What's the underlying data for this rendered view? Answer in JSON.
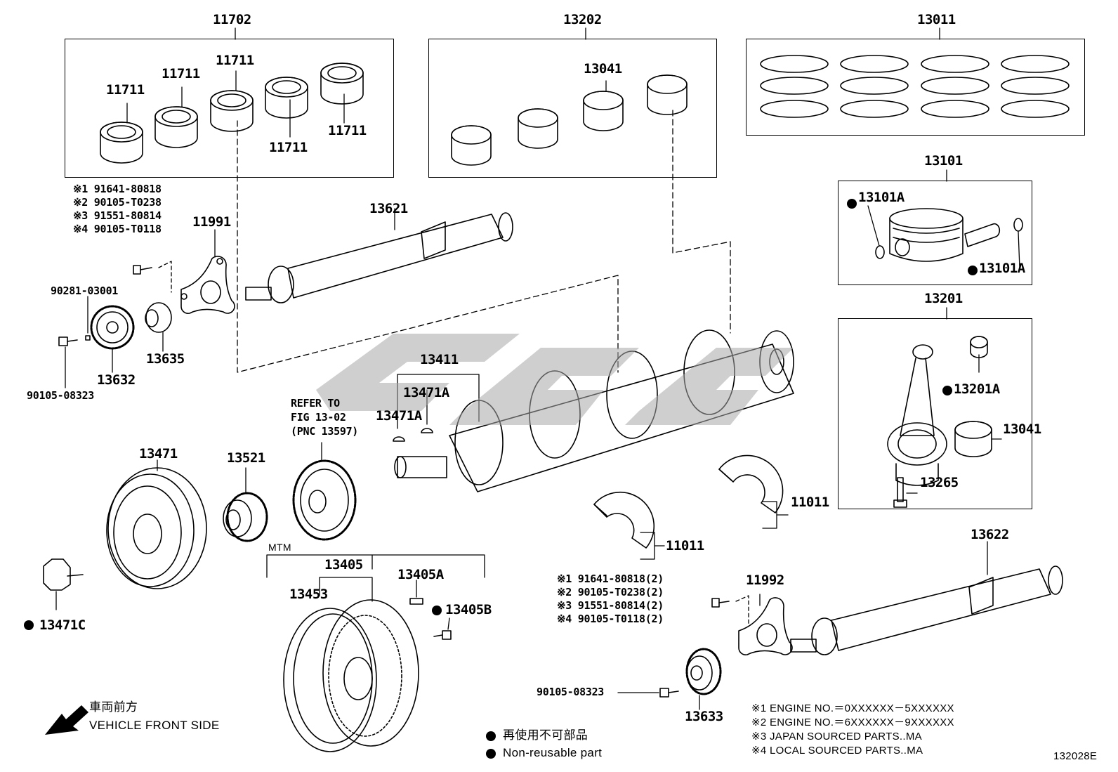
{
  "groups": {
    "g11702": "11702",
    "g13202": "13202",
    "g13011": "13011",
    "g13101": "13101",
    "g13201": "13201"
  },
  "parts": {
    "p11711_a": "11711",
    "p11711_b": "11711",
    "p11711_c": "11711",
    "p11711_d": "11711",
    "p11711_e": "11711",
    "p13041_a": "13041",
    "p13101A_a": "13101A",
    "p13101A_b": "13101A",
    "p13201A": "13201A",
    "p13041_b": "13041",
    "p13265": "13265",
    "p13621": "13621",
    "p11991": "11991",
    "p90281": "90281-03001",
    "p13632": "13632",
    "p13635": "13635",
    "p90105a": "90105-08323",
    "p13411": "13411",
    "p13471A_a": "13471A",
    "p13471A_b": "13471A",
    "p13471": "13471",
    "p13521": "13521",
    "p13471C": "13471C",
    "p13405": "13405",
    "p13453": "13453",
    "p13405A": "13405A",
    "p13405B": "13405B",
    "p11011_a": "11011",
    "p11011_b": "11011",
    "p13622": "13622",
    "p11992": "11992",
    "p90105b": "90105-08323",
    "p13633": "13633",
    "mtm": "MTM"
  },
  "refer": [
    "REFER TO",
    "FIG 13-02",
    "(PNC 13597)"
  ],
  "notes_left": [
    "※1 91641-80818",
    "※2 90105-T0238",
    "※3 91551-80814",
    "※4 90105-T0118"
  ],
  "notes_right": [
    "※1  91641-80818(2)",
    "※2  90105-T0238(2)",
    "※3  91551-80814(2)",
    "※4  90105-T0118(2)"
  ],
  "footnotes": [
    "※1 ENGINE NO.＝0XXXXXX－5XXXXXX",
    "※2 ENGINE NO.＝6XXXXXX－9XXXXXX",
    "※3 JAPAN SOURCED PARTS..MA",
    "※4 LOCAL SOURCED PARTS..MA"
  ],
  "legend": {
    "jp": "再使用不可部品",
    "en": "Non-reusable part"
  },
  "front": {
    "jp": "車両前方",
    "en": "VEHICLE FRONT SIDE"
  },
  "figure_id": "132028E"
}
